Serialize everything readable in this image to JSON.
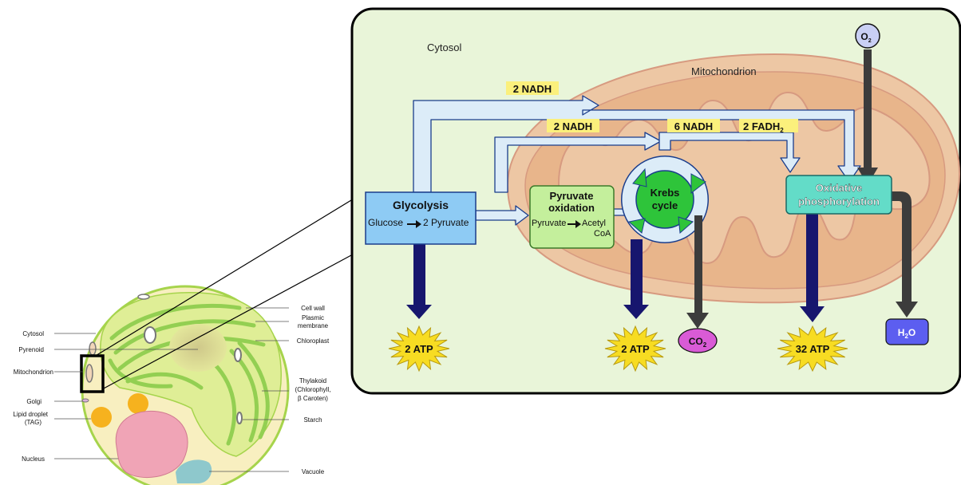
{
  "cell": {
    "labels_left": [
      "Cytosol",
      "Pyrenoid",
      "Mitochondrion",
      "Golgi",
      "Lipid droplet",
      "(TAG)",
      "Nucleus"
    ],
    "labels_right": [
      "Cell wall",
      "Plasmic",
      "membrane",
      "Chloroplast",
      "Thylakoid",
      "(Chlorophyll,",
      "β Caroten)",
      "Starch",
      "Vacuole"
    ]
  },
  "pathway": {
    "cytosol_label": "Cytosol",
    "mitochondrion_label": "Mitochondrion",
    "oxygen": {
      "main": "O",
      "sub": "2"
    },
    "glycolysis": {
      "title": "Glycolysis",
      "from": "Glucose",
      "to": "2 Pyruvate"
    },
    "pyruvate_oxidation": {
      "title_line1": "Pyruvate",
      "title_line2": "oxidation",
      "from": "Pyruvate",
      "to_line1": "Acetyl",
      "to_line2": "CoA"
    },
    "krebs": {
      "line1": "Krebs",
      "line2": "cycle"
    },
    "oxphos": {
      "line1": "Oxidative",
      "line2": "phosphorylation"
    },
    "nadh_top": "2 NADH",
    "nadh_mid": "2 NADH",
    "nadh_krebs": "6 NADH",
    "fadh2": {
      "main": "2 FADH",
      "sub": "2"
    },
    "atp_glycolysis": "2 ATP",
    "atp_krebs": "2 ATP",
    "atp_oxphos": "32 ATP",
    "co2": {
      "main": "CO",
      "sub": "2"
    },
    "h2o": {
      "h": "H",
      "sub": "2",
      "o": "O"
    }
  },
  "colors": {
    "panel_fill": "#e9f5d9",
    "mito_outer": "#edc7a4",
    "mito_inner": "#e8b58b",
    "glycolysis_box": "#8ecbf4",
    "pyruvate_box": "#c4ef9c",
    "krebs_circle": "#2ec43a",
    "oxphos_box": "#63dcc8",
    "flow_arrow": "#dcecf8",
    "atp_burst": "#f7dc22",
    "nadh_highlight": "#fbf07c",
    "co2_fill": "#d95bd6",
    "h2o_fill": "#5c5ef0",
    "o2_fill": "#c9cff4"
  }
}
